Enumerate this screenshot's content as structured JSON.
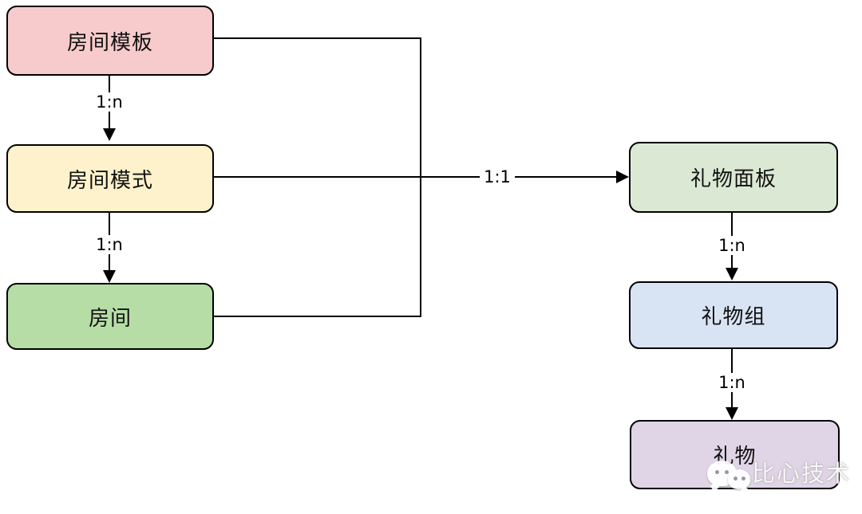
{
  "diagram": {
    "nodes": {
      "room_template": {
        "label": "房间模板",
        "fill": "#f7cbcb"
      },
      "room_mode": {
        "label": "房间模式",
        "fill": "#fdf2cb"
      },
      "room": {
        "label": "房间",
        "fill": "#b7dda6"
      },
      "gift_panel": {
        "label": "礼物面板",
        "fill": "#dbe9d4"
      },
      "gift_group": {
        "label": "礼物组",
        "fill": "#d8e4f4"
      },
      "gift": {
        "label": "礼物",
        "fill": "#e0d5e6"
      }
    },
    "edges": {
      "template_to_mode": {
        "label": "1:n"
      },
      "mode_to_room": {
        "label": "1:n"
      },
      "rooms_to_gift_panel": {
        "label": "1:1"
      },
      "panel_to_group": {
        "label": "1:n"
      },
      "group_to_gift": {
        "label": "1:n"
      }
    },
    "style": {
      "stroke": "#000000",
      "text_color": "#111111",
      "background": "#ffffff"
    },
    "watermark": {
      "text": "比心技术"
    }
  }
}
